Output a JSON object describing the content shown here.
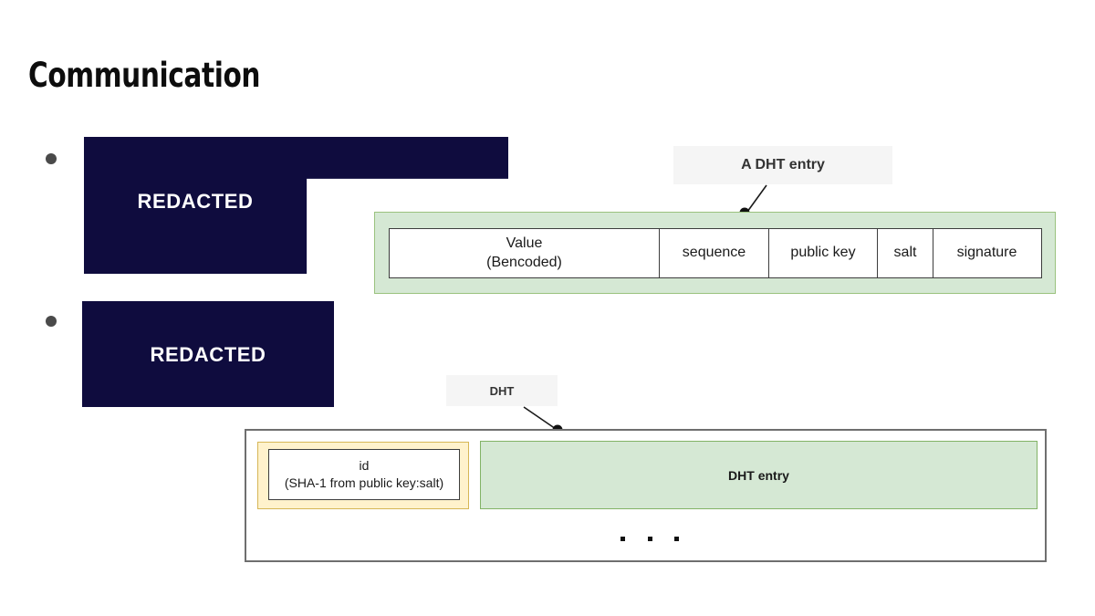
{
  "slide": {
    "title": "Communication",
    "background_color": "#ffffff"
  },
  "bullets": [
    {
      "name": "bullet-1",
      "redacted_label": "REDACTED"
    },
    {
      "name": "bullet-2",
      "redacted_label": "REDACTED"
    }
  ],
  "redacted_blocks": [
    {
      "label": "REDACTED",
      "color": "#0f0c3e"
    },
    {
      "label": "REDACTED",
      "color": "#0f0c3e"
    }
  ],
  "callouts": {
    "dht_entry": "A DHT entry",
    "dht": "DHT"
  },
  "dht_entry_table": {
    "fields": [
      {
        "label": "Value\n(Bencoded)",
        "line1": "Value",
        "line2": "(Bencoded)"
      },
      {
        "label": "sequence"
      },
      {
        "label": "public key"
      },
      {
        "label": "salt"
      },
      {
        "label": "signature"
      }
    ],
    "container_color": "#d5e8d4",
    "border_color": "#9ac27e"
  },
  "dht_container": {
    "id_box": {
      "line1": "id",
      "line2": "(SHA-1 from public key:salt)",
      "fill_color": "#fff2cc",
      "border_color": "#d6b656"
    },
    "entry_box": {
      "label": "DHT entry",
      "fill_color": "#d5e8d4",
      "border_color": "#82b366"
    },
    "ellipsis": "...",
    "border_color": "#6f6f6f"
  },
  "colors": {
    "navy": "#0f0c3e",
    "green_fill": "#d5e8d4",
    "green_border": "#82b366",
    "yellow_fill": "#fff2cc",
    "yellow_border": "#d6b656",
    "callout_fill": "#f5f5f5",
    "bullet": "#4a4a4a",
    "text": "#1a1a1a"
  }
}
